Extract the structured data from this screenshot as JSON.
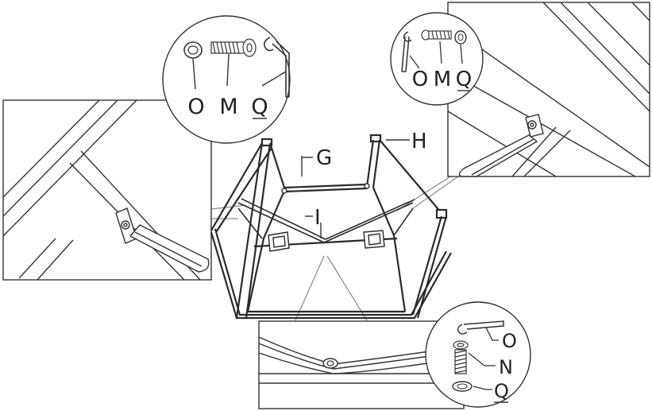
{
  "diagram": {
    "callout_top_left": {
      "labels": [
        "O",
        "M",
        "Q"
      ]
    },
    "callout_top_right": {
      "labels": [
        "O",
        "M",
        "Q"
      ]
    },
    "callout_bottom_right": {
      "labels": [
        "O",
        "N",
        "Q"
      ]
    },
    "frame_labels": {
      "g": "G",
      "h": "H",
      "i": "I"
    }
  },
  "colors": {
    "line": "#2a2a2a",
    "thin": "#555555",
    "leader": "#888888",
    "bg": "#ffffff"
  }
}
